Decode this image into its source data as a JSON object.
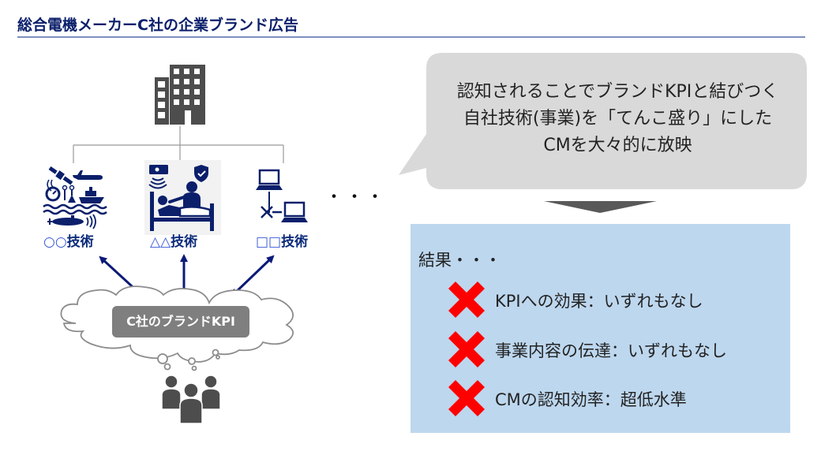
{
  "header": {
    "title": "総合電機メーカーC社の企業ブランド広告"
  },
  "org_chart": {
    "parent_icon": "office-building-icon",
    "technologies": [
      {
        "symbol": "○○",
        "suffix": "技術",
        "icon": "aerospace-marine-tech-icon"
      },
      {
        "symbol": "△△",
        "suffix": "技術",
        "icon": "medical-care-tech-icon"
      },
      {
        "symbol": "□□",
        "suffix": "技術",
        "icon": "networked-laptops-icon"
      }
    ],
    "ellipsis": "・・・"
  },
  "brand_kpi": {
    "label": "C社のブランドKPI",
    "audience_icon": "people-group-icon"
  },
  "speech_bubble": {
    "lines": [
      "認知されることでブランドKPIと結びつく",
      "自社技術(事業)を「てんこ盛り」にした",
      "CMを大々的に放映"
    ]
  },
  "results": {
    "heading": "結果・・・",
    "items": [
      {
        "status": "fail",
        "text": "KPIへの効果：いずれもなし"
      },
      {
        "status": "fail",
        "text": "事業内容の伝達：いずれもなし"
      },
      {
        "status": "fail",
        "text": "CMの認知効率：超低水準"
      }
    ]
  },
  "colors": {
    "navy": "#0b1f6b",
    "icon_gray": "#4d4d4d",
    "bubble_gray": "#d9d9d9",
    "result_blue": "#bdd7ee",
    "fail_red": "#ff0000",
    "arrow_navy": "#0b1a78"
  }
}
